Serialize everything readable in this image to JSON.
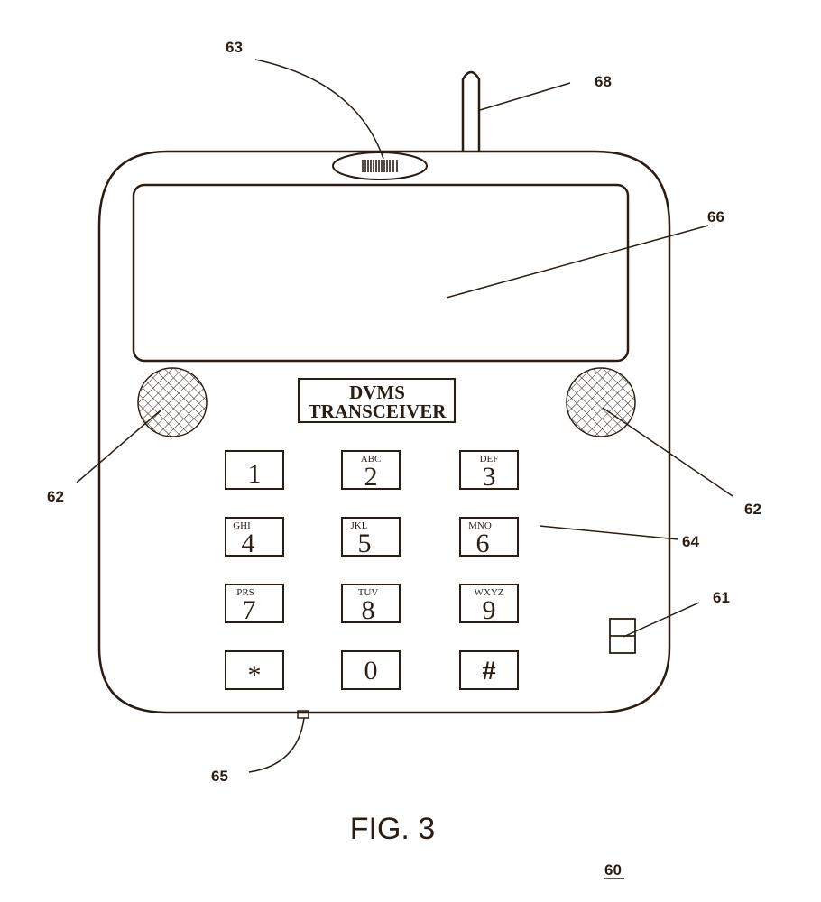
{
  "figure": {
    "caption": "FIG. 3",
    "device_reference": "60",
    "name_plate": [
      "DVMS",
      "TRANSCEIVER"
    ]
  },
  "references": {
    "antenna": "68",
    "mic": "63",
    "display": "66",
    "speaker_left": "62",
    "speaker_right": "62",
    "keypad": "64",
    "switch": "61",
    "connector": "65"
  },
  "keypad": {
    "keys": [
      {
        "digit": "1",
        "letters": ""
      },
      {
        "digit": "2",
        "letters": "ABC"
      },
      {
        "digit": "3",
        "letters": "DEF"
      },
      {
        "digit": "4",
        "letters": "GHI"
      },
      {
        "digit": "5",
        "letters": "JKL"
      },
      {
        "digit": "6",
        "letters": "MNO"
      },
      {
        "digit": "7",
        "letters": "PRS"
      },
      {
        "digit": "8",
        "letters": "TUV"
      },
      {
        "digit": "9",
        "letters": "WXYZ"
      },
      {
        "digit": "*",
        "letters": ""
      },
      {
        "digit": "0",
        "letters": ""
      },
      {
        "digit": "#",
        "letters": ""
      }
    ]
  },
  "colors": {
    "ink": "#2b1d12",
    "paper": "#ffffff"
  }
}
